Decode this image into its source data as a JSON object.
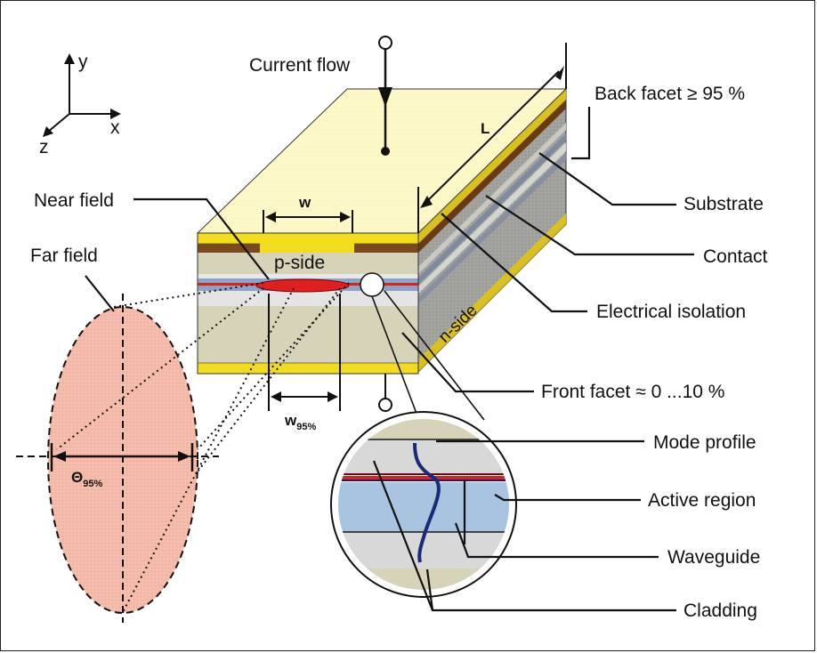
{
  "axes": {
    "y": "y",
    "x": "x",
    "z": "z"
  },
  "labels": {
    "current_flow": "Current flow",
    "back_facet": "Back facet ≥ 95 %",
    "L": "L",
    "near_field": "Near field",
    "w": "w",
    "far_field": "Far field",
    "p_side": "p-side",
    "n_side": "n-side",
    "substrate": "Substrate",
    "contact": "Contact",
    "electrical_isolation": "Electrical isolation",
    "front_facet": "Front facet ≈ 0 ...10 %",
    "w95_base": "w",
    "w95_sub": "95%",
    "theta_base": "Θ",
    "theta_sub": "95%",
    "mode_profile": "Mode profile",
    "active_region": "Active region",
    "waveguide": "Waveguide",
    "cladding": "Cladding"
  },
  "colors": {
    "top_face": "#fdf8c8",
    "gold_contact": "#f2dc1e",
    "brown_isolation": "#7a4a1e",
    "layer_tan": "#d6d3b8",
    "waveguide_blue": "#a8c4e0",
    "near_field_red": "#e02020",
    "far_field_pink": "#f4b6a4",
    "side_gray": "#9a9a96"
  }
}
